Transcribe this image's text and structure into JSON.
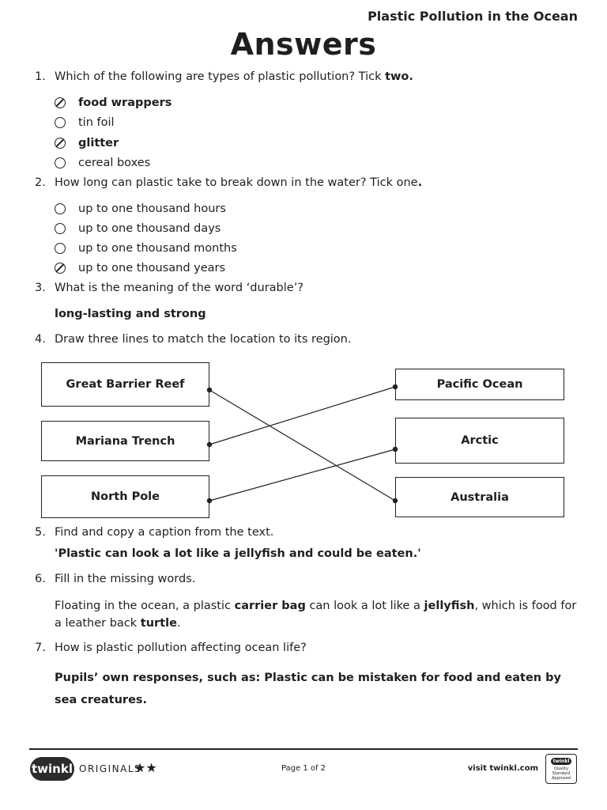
{
  "header": {
    "topic": "Plastic Pollution in the Ocean",
    "title": "Answers"
  },
  "q1": {
    "num": "1.",
    "text": "Which of the following are types of plastic pollution? Tick ",
    "emph": "two.",
    "options": [
      "food wrappers",
      "tin foil",
      "glitter",
      "cereal boxes"
    ]
  },
  "q2": {
    "num": "2.",
    "text": "How long can plastic take to break down in the water? Tick one",
    "emph": ".",
    "options": [
      "up to one thousand hours",
      "up to one thousand days",
      "up to one thousand months",
      "up to one thousand years"
    ]
  },
  "q3": {
    "num": "3.",
    "text": "What is the meaning of the word ‘durable’?",
    "answer": "long-lasting and strong"
  },
  "q4": {
    "num": "4.",
    "text": "Draw three lines to match the location to its region.",
    "left": [
      "Great Barrier Reef",
      "Mariana Trench",
      "North Pole"
    ],
    "right": [
      "Pacific Ocean",
      "Arctic",
      "Australia"
    ]
  },
  "q5": {
    "num": "5.",
    "text": "Find and copy a caption from the text.",
    "answer": "'Plastic can look a lot like a jellyfish and could be eaten.'"
  },
  "q6": {
    "num": "6.",
    "text": "Fill in the missing words.",
    "p1": "Floating in the ocean, a plastic ",
    "b1": "carrier bag",
    "p2": " can look a lot like a ",
    "b2": "jellyfish",
    "p3": ", which is food for a leather back ",
    "b3": "turtle",
    "p4": "."
  },
  "q7": {
    "num": "7.",
    "text": "How is plastic pollution affecting ocean life?",
    "answer_line1": "Pupils’ own responses, such as: Plastic can be mistaken for food and eaten by",
    "answer_line2": "sea creatures."
  },
  "footer": {
    "logo": "twinkl",
    "originals": "ORIGINALS",
    "stars": "★★",
    "page": "Page 1 of 2",
    "visit": "visit twinkl.com",
    "badge_top": "twinkl",
    "badge_bottom": "Quality Standard Approved"
  }
}
